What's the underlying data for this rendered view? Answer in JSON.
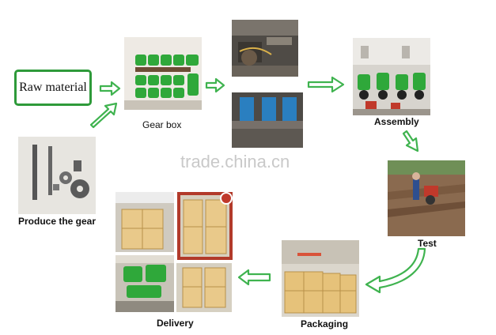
{
  "nodes": {
    "raw_material": "Raw material",
    "gear_box": "Gear box",
    "assembly": "Assembly",
    "test": "Test",
    "packaging": "Packaging",
    "delivery": "Delivery",
    "produce_gear": "Produce the gear"
  },
  "watermark": "trade.china.cn",
  "colors": {
    "arrow_green": "#3fb34f",
    "box_border": "#2e9a3a",
    "tiller_green": "#2fa83a",
    "warehouse_wall": "#d9d4c8"
  }
}
